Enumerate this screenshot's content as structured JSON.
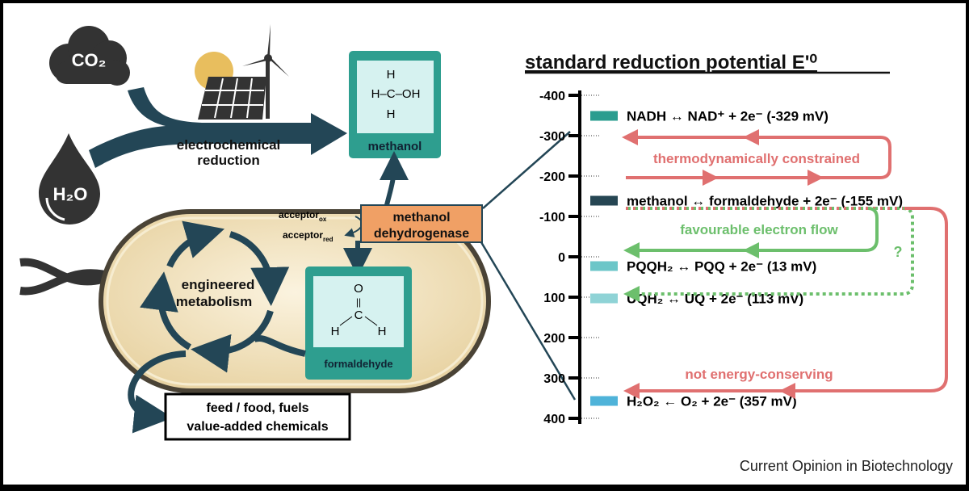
{
  "left": {
    "co2": "CO₂",
    "h2o": "H₂O",
    "process_label": [
      "electrochemical",
      "reduction"
    ],
    "methanol": {
      "label": "methanol",
      "structure": {
        "top": "H",
        "middle": "H–C–OH",
        "bottom": "H"
      }
    },
    "enzyme": [
      "methanol",
      "dehydrogenase"
    ],
    "acceptor_ox": {
      "main": "acceptor",
      "sub": "ox"
    },
    "acceptor_red": {
      "main": "acceptor",
      "sub": "red"
    },
    "formaldehyde": {
      "label": "formaldehyde",
      "structure": {
        "o": "O",
        "bond": "||",
        "c": "C",
        "h_left": "H",
        "h_right": "H"
      }
    },
    "metabolism": [
      "engineered",
      "metabolism"
    ],
    "products": [
      "feed / food, fuels",
      "value-added chemicals"
    ]
  },
  "right": {
    "title": "standard reduction potential E'⁰",
    "axis_ticks": [
      "-400",
      "-300",
      "-200",
      "-100",
      "0",
      "100",
      "200",
      "300",
      "400"
    ],
    "couples": [
      {
        "text": "NADH ↔ NAD⁺ + 2e⁻ (-329 mV)",
        "value_mv": -329,
        "color": "#2a9d8f"
      },
      {
        "text": "methanol ↔ formaldehyde + 2e⁻ (-155 mV)",
        "value_mv": -155,
        "color": "#264653"
      },
      {
        "text": "PQQH₂ ↔ PQQ + 2e⁻ (13 mV)",
        "value_mv": 13,
        "color": "#6cc6c8"
      },
      {
        "text": "UQH₂ ↔ UQ + 2e⁻ (113 mV)",
        "value_mv": 113,
        "color": "#8fd3d6"
      },
      {
        "text": "H₂O₂ ← O₂ + 2e⁻ (357 mV)",
        "value_mv": 357,
        "color": "#4fb3d9"
      }
    ],
    "annotations": {
      "constrained": "thermodynamically constrained",
      "favourable": "favourable electron flow",
      "question": "?",
      "not_conserving": "not energy-conserving"
    }
  },
  "footer": "Current Opinion in Biotechnology",
  "colors": {
    "dark": "#234656",
    "teal": "#2e9e8f",
    "orange": "#f0a065",
    "red": "#e07070",
    "green": "#6cbf6c"
  }
}
